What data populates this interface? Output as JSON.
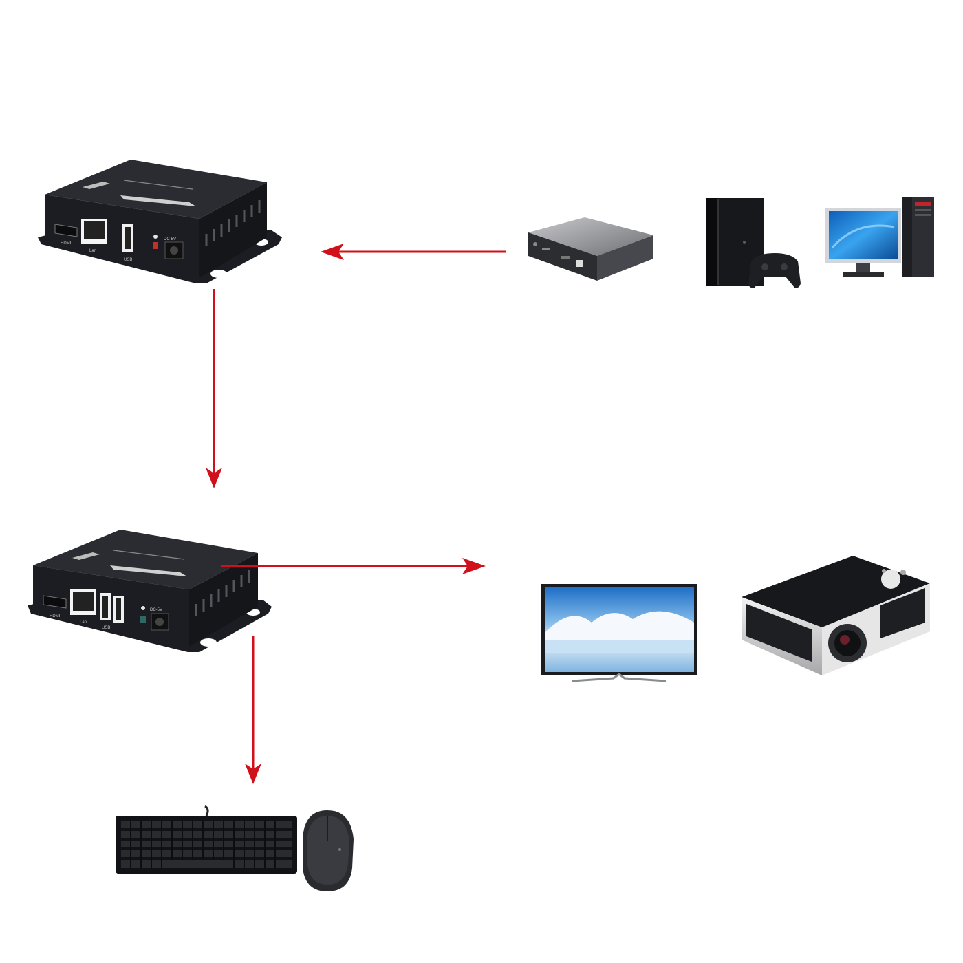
{
  "colors": {
    "arrow": "#d0111b",
    "device_dark": "#1c1d22",
    "device_top": "#2b2c32",
    "background": "#ffffff"
  },
  "transmitter": {
    "label_hdmi": "HDMI",
    "label_lan": "Lan",
    "label_usb": "USB",
    "label_dc": "DC-5V"
  },
  "receiver": {
    "label_hdmi": "HDMI",
    "label_lan": "Lan",
    "label_usb": "USB",
    "label_dc": "DC-5V"
  },
  "icons": {
    "sources": [
      "tv-box-icon",
      "game-console-icon",
      "desktop-pc-icon"
    ],
    "displays": [
      "tv-monitor-icon",
      "projector-icon"
    ],
    "peripherals": [
      "keyboard-icon",
      "mouse-icon"
    ]
  },
  "connections": [
    {
      "from": "tv-box",
      "to": "transmitter"
    },
    {
      "from": "transmitter",
      "to": "receiver"
    },
    {
      "from": "receiver",
      "to": "displays"
    },
    {
      "from": "receiver",
      "to": "keyboard-mouse"
    }
  ]
}
